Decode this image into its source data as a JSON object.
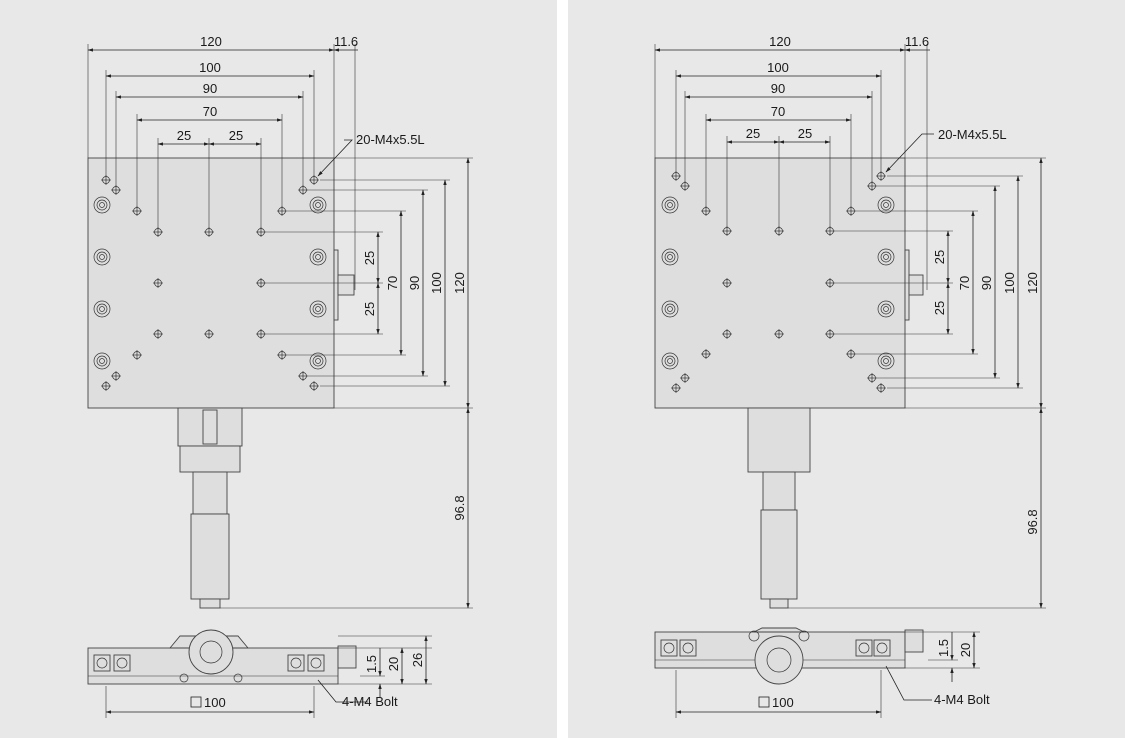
{
  "left_drawing": {
    "top_view": {
      "width_dims": [
        "120",
        "100",
        "90",
        "70"
      ],
      "pitch_dims": [
        "25",
        "25"
      ],
      "edge_dim": "11.6",
      "hole_callout": "20-M4x5.5L",
      "height_dims": [
        "25",
        "25",
        "70",
        "90",
        "100",
        "120"
      ],
      "micrometer_dim": "96.8"
    },
    "side_view": {
      "height_dims": [
        "1.5",
        "20",
        "26"
      ],
      "base_dim": "100",
      "bolt_callout": "4-M4 Bolt"
    }
  },
  "right_drawing": {
    "top_view": {
      "width_dims": [
        "120",
        "100",
        "90",
        "70"
      ],
      "pitch_dims": [
        "25",
        "25"
      ],
      "edge_dim": "11.6",
      "hole_callout": "20-M4x5.5L",
      "height_dims": [
        "25",
        "25",
        "70",
        "90",
        "100",
        "120"
      ],
      "micrometer_dim": "96.8"
    },
    "side_view": {
      "height_dims": [
        "1.5",
        "20"
      ],
      "base_dim": "100",
      "bolt_callout": "4-M4 Bolt"
    }
  }
}
